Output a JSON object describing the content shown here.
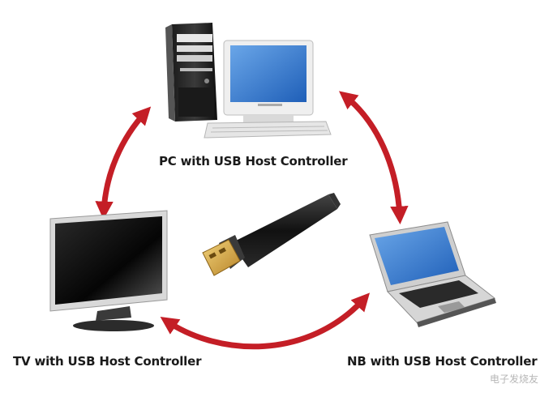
{
  "labels": {
    "pc": "PC with USB Host Controller",
    "tv": "TV with USB Host Controller",
    "nb": "NB with USB Host Controller"
  },
  "watermark": "电子发烧友",
  "colors": {
    "arrow": "#c41e26",
    "screen": "#2a6fc9",
    "tv_screen": "#0e0e0e",
    "device_body": "#f2f2f2",
    "usb_body": "#1b1b1b",
    "usb_connector": "#d4a23a"
  },
  "icons": [
    "desktop-pc-icon",
    "monitor-icon",
    "keyboard-icon",
    "tv-icon",
    "laptop-icon",
    "usb-stick-icon"
  ]
}
